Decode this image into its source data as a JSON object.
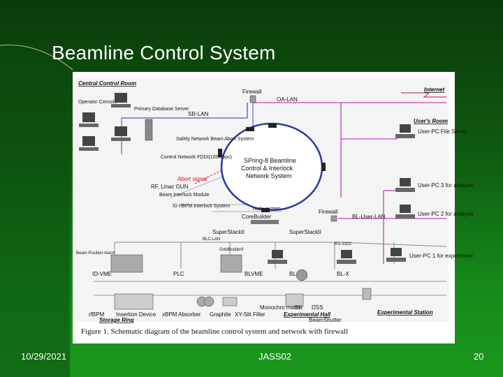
{
  "slide": {
    "title": "Beamline Control System",
    "date": "10/29/2021",
    "center": "JASS02",
    "page_number": "20"
  },
  "diagram": {
    "rooms": {
      "central_control_room": "Central Control Room",
      "users_room": "User's Room",
      "experimental_station": "Experimental Station",
      "experimental_hall": "Experimental Hall",
      "storage_ring": "Storage Ring"
    },
    "networks": {
      "internet": "Internet",
      "oa_lan": "OA-LAN",
      "sr_lan": "SR-LAN",
      "bl_user_lan": "BL-User-LAN",
      "blc_lan": "BLC-LAN",
      "rs232c": "RS-232C"
    },
    "nodes": {
      "operator_console": "Operator Console",
      "primary_db": "Primary Database Server",
      "firewall_top": "Firewall",
      "firewall_mid": "Firewall",
      "safety_network": "Safety Network Beam Abort System",
      "control_network": "Control Network FDDI(100Mbps)",
      "ring_center": [
        "SPring-8 Beamline",
        "Control & Interlock",
        "Network System"
      ],
      "abort_signal": "Abort signal",
      "rf_linac": "RF, Linac GUN",
      "beam_interlock": "Beam Interlock Module",
      "id_rfbpm": "ID rfBPM Interlock System",
      "node_system": "node system",
      "corebuilder": "CoreBuilder",
      "superstack_left": "SuperStackII",
      "superstack_right": "SuperStackII",
      "goldbuilder": "GoldBuilderII",
      "beam_position_alarm": "Beam Position Alarm",
      "user_pc_file_server": "User-PC File Server",
      "user_pc_3": "User-PC 3 for analysis",
      "user_pc_2": "User-PC 2 for analysis",
      "user_pc_1": "User-PC 1 for experiment",
      "id_vme": "ID-VME",
      "plc": "PLC",
      "blvme": "BLVME",
      "bl_ws": "BL-WS",
      "bl_x": "BL-X",
      "rfbpm": "rfBPM",
      "insertion_device": "Insertion Device",
      "xbpm_absorber": "xBPM Absorber",
      "graphite": "Graphite",
      "xy_slit_filter": "XY-Slit Filter",
      "monochromator": "Monochro mator",
      "slit": "Slit",
      "dss": "DSS",
      "beam_shutter": "BeamShutter"
    },
    "caption": "Figure 1. Schematic diagram of the beamline control system and network with firewall",
    "colors": {
      "oa_lan": "#c040c0",
      "sr_lan": "#4a56c8",
      "bl_user_lan": "#c040c0",
      "ring": "#2a3aa0",
      "abort": "#d02040"
    }
  }
}
